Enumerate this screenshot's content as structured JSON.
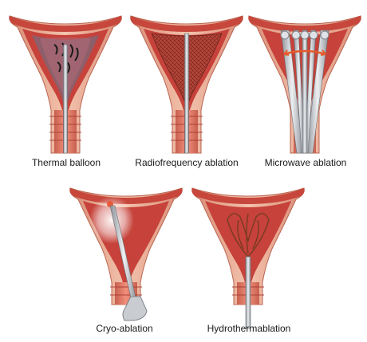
{
  "panels": [
    {
      "id": "thermal-balloon",
      "label": "Thermal balloon"
    },
    {
      "id": "radiofrequency-ablation",
      "label": "Radiofrequency ablation"
    },
    {
      "id": "microwave-ablation",
      "label": "Microwave ablation"
    },
    {
      "id": "cryo-ablation",
      "label": "Cryo-ablation"
    },
    {
      "id": "hydrothermablation",
      "label": "Hydrothermablation"
    }
  ],
  "colors": {
    "background": "#ffffff",
    "uterine_wall": "#e9a98f",
    "uterine_wall_dark": "#c86f5a",
    "endometrium": "#d4473b",
    "endometrium_dark": "#a5231f",
    "cavity": "#b83a32",
    "cervix_lumen": "#e36a57",
    "instrument": "#b9bdc3",
    "instrument_dark": "#7f858c",
    "caption_text": "#1a1a1a"
  }
}
